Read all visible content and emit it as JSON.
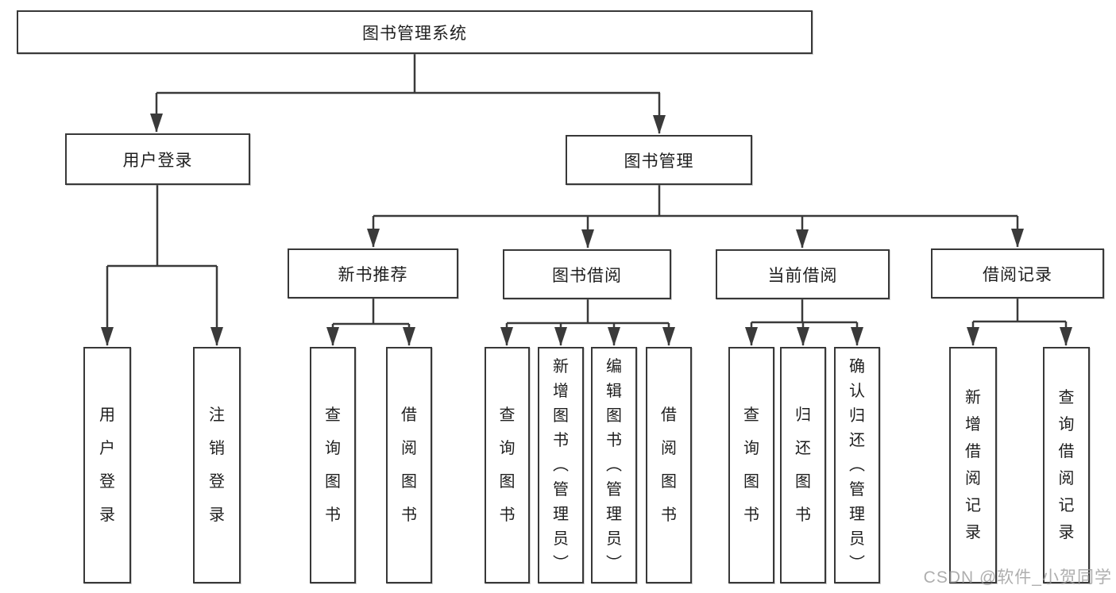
{
  "watermark": {
    "text": "CSDN @软件_小贺同学",
    "color": "#9a9a9a"
  },
  "colors": {
    "line": "#3a3a3a",
    "box_border": "#383838",
    "text": "#1e1e1e",
    "background": "#ffffff"
  },
  "tree": {
    "root": {
      "label": "图书管理系统"
    },
    "branches": [
      {
        "label": "用户登录",
        "leaves": [
          {
            "label": "用户登录"
          },
          {
            "label": "注销登录"
          }
        ]
      },
      {
        "label": "图书管理",
        "groups": [
          {
            "label": "新书推荐",
            "leaves": [
              {
                "label": "查询图书"
              },
              {
                "label": "借阅图书"
              }
            ]
          },
          {
            "label": "图书借阅",
            "leaves": [
              {
                "label": "查询图书"
              },
              {
                "label": "新增图书（管理员）"
              },
              {
                "label": "编辑图书（管理员）"
              },
              {
                "label": "借阅图书"
              }
            ]
          },
          {
            "label": "当前借阅",
            "leaves": [
              {
                "label": "查询图书"
              },
              {
                "label": "归还图书"
              },
              {
                "label": "确认归还（管理员）"
              }
            ]
          },
          {
            "label": "借阅记录",
            "leaves": [
              {
                "label": "新增借阅记录"
              },
              {
                "label": "查询借阅记录"
              }
            ]
          }
        ]
      }
    ]
  }
}
